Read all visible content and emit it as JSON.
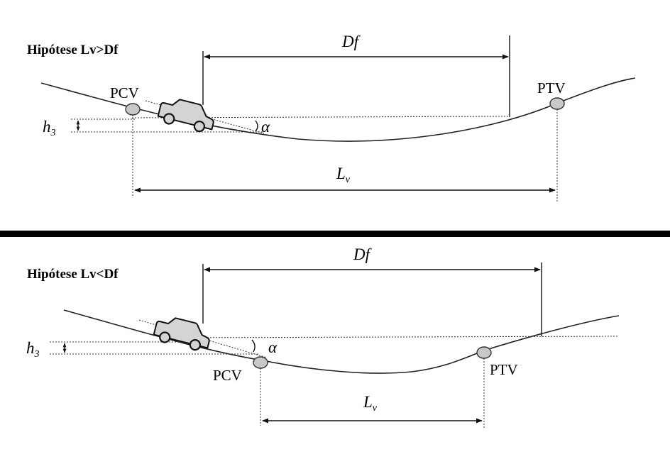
{
  "top": {
    "title": "Hipótese Lv>Df",
    "df_label": "Df",
    "pcv_label": "PCV",
    "ptv_label": "PTV",
    "h3_main": "h",
    "h3_sub": "3",
    "alpha_label": "α",
    "lv_main": "L",
    "lv_sub": "v"
  },
  "bottom": {
    "title": "Hipótese Lv<Df",
    "df_label": "Df",
    "pcv_label": "PCV",
    "ptv_label": "PTV",
    "h3_main": "h",
    "h3_sub": "3",
    "alpha_label": "α",
    "lv_main": "L",
    "lv_sub": "v"
  },
  "colors": {
    "line": "#222222",
    "node_fill": "#c8c8c8",
    "car_fill": "#d4d4d4",
    "separator": "#000000"
  }
}
